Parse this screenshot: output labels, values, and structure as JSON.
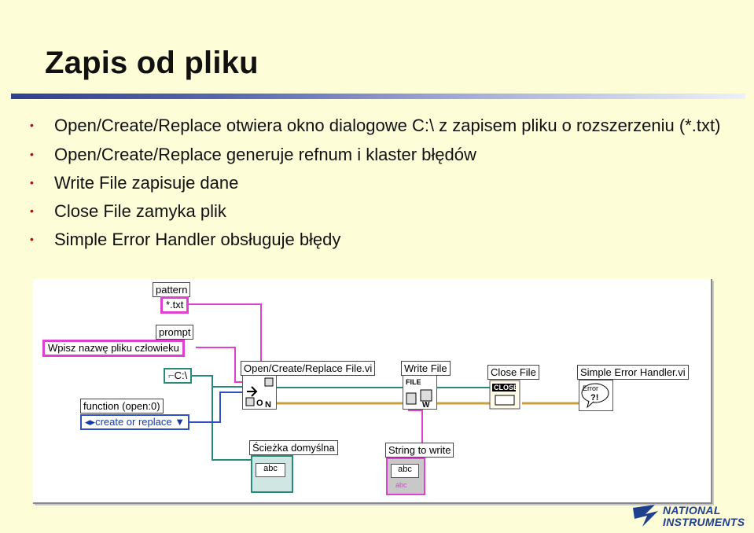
{
  "title": "Zapis od pliku",
  "bullets": [
    "Open/Create/Replace otwiera okno dialogowe C:\\ z zapisem pliku o rozszerzeniu (*.txt)",
    "Open/Create/Replace generuje refnum i klaster błędów",
    "Write File zapisuje dane",
    "Close File zamyka plik",
    "Simple Error Handler obsługuje błędy"
  ],
  "diagram": {
    "pattern_label": "pattern",
    "pattern_value": "*.txt",
    "prompt_label": "prompt",
    "prompt_value": "Wpisz nazwę pliku człowieku",
    "path_const": "C:\\",
    "function_label": "function (open:0)",
    "function_value": "create or replace",
    "open_label": "Open/Create/Replace File.vi",
    "write_label": "Write File",
    "close_label": "Close File",
    "error_label": "Simple Error Handler.vi",
    "default_path_label": "Ścieżka domyślna",
    "string_label": "String to write",
    "abc_text": "abc",
    "file_icon_text": "FILE",
    "close_icon_text": "CLOSE",
    "error_icon_text": "Error",
    "error_icon_symbol": "?!"
  },
  "logo": {
    "line1": "NATIONAL",
    "line2": "INSTRUMENTS"
  },
  "colors": {
    "background": "#fdfdd7",
    "bullet": "#cc0000",
    "string_wire": "#e040d0",
    "path_wire": "#2a8a7a",
    "enum_wire": "#3050c0",
    "error_wire": "#c8a23c"
  }
}
